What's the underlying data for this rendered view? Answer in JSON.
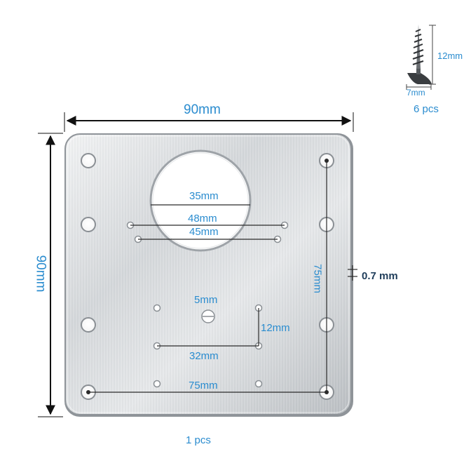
{
  "product": {
    "plate_width_label": "90mm",
    "plate_height_label": "90mm",
    "thickness_label": "0.7 mm",
    "plate_quantity_label": "1  pcs"
  },
  "screw": {
    "length_label": "12mm",
    "head_label": "7mm",
    "quantity_label": "6  pcs"
  },
  "dimensions": {
    "circle_diameter": "35mm",
    "outer_slot_span": "48mm",
    "inner_slot_span": "45mm",
    "center_hole": "5mm",
    "vertical_slot": "12mm",
    "lower_slot_span": "32mm",
    "bottom_hole_span": "75mm",
    "side_hole_span": "75mm"
  },
  "colors": {
    "accent_blue": "#2a8ccf",
    "dark_label": "#1f3d5a",
    "plate_metal": "#d9dcdf",
    "arrow_black": "#111111"
  }
}
